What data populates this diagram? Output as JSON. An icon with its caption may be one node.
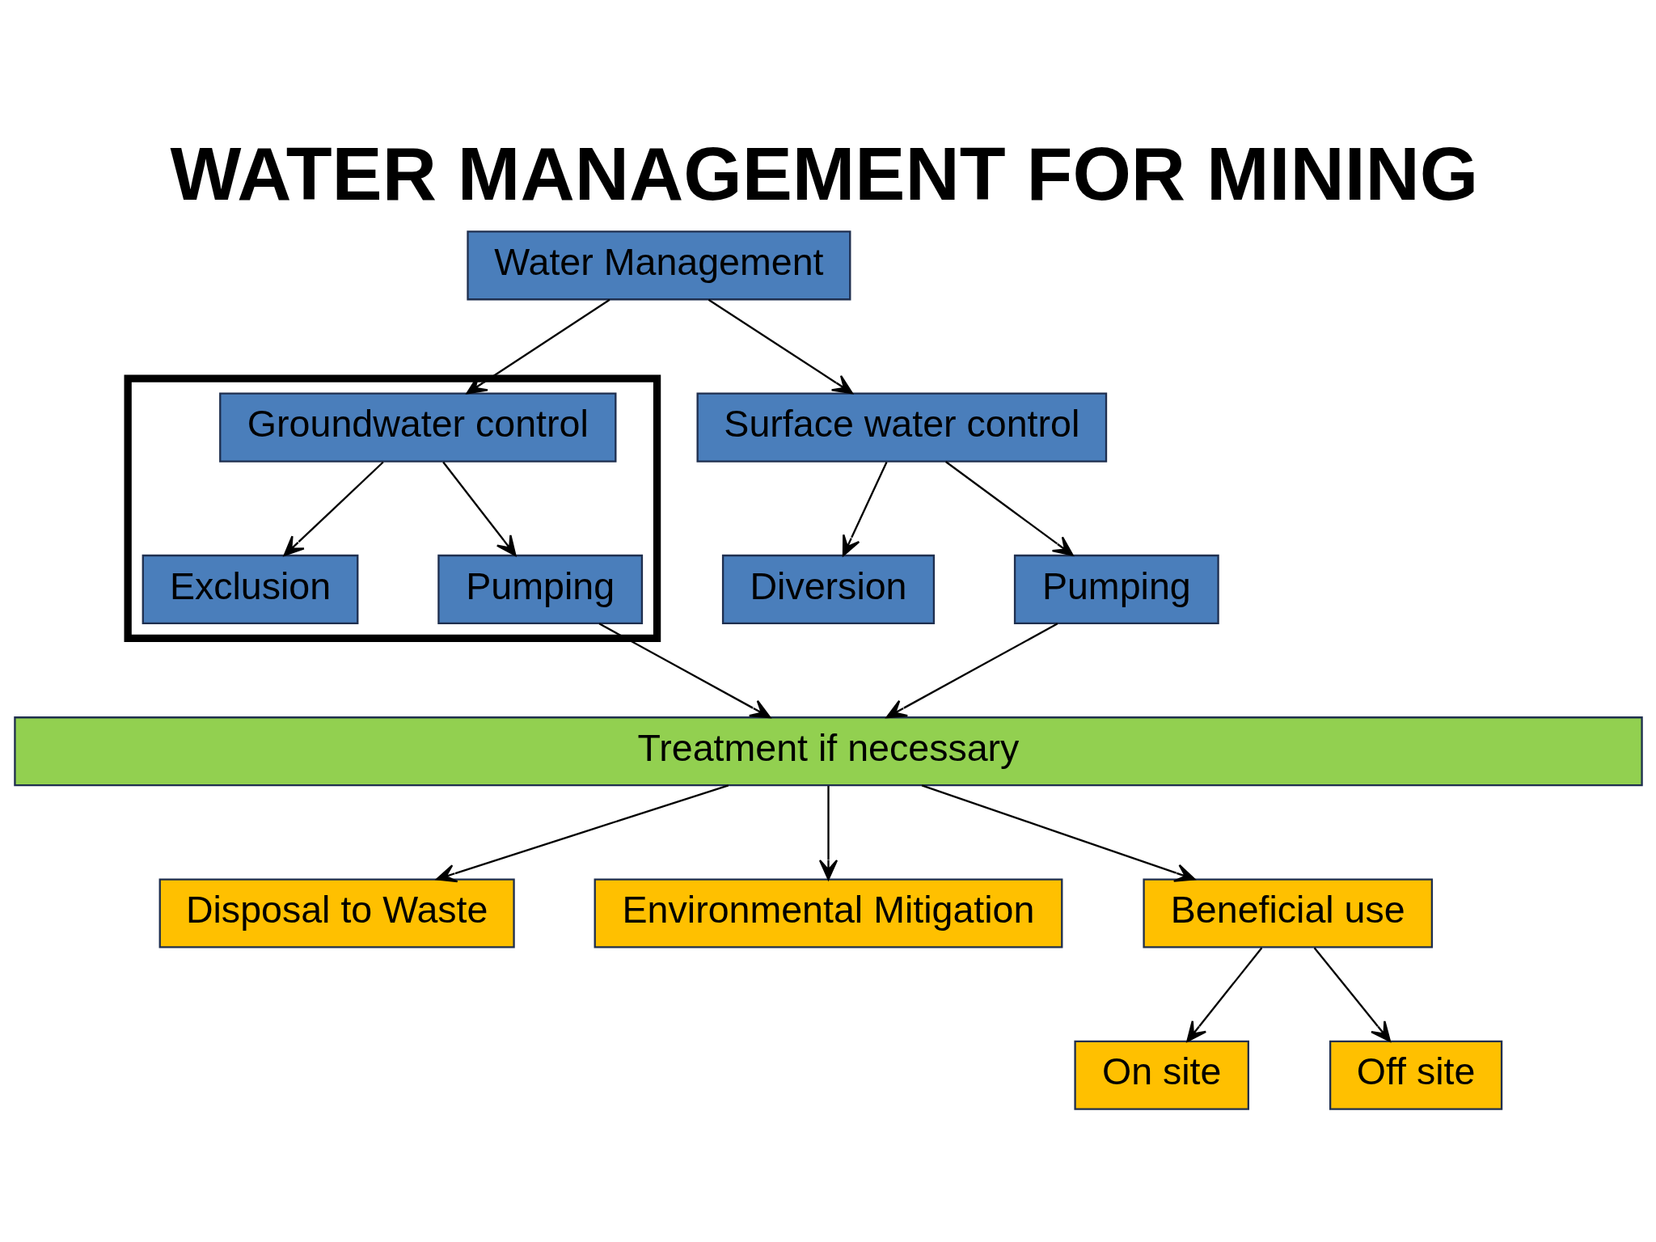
{
  "diagram": {
    "title": "WATER MANAGEMENT FOR MINING",
    "nodes": [
      {
        "text": [
          "Water Management"
        ]
      },
      {
        "text": [
          "Surface water control"
        ]
      },
      {
        "text": [],
        "shape": "box"
      },
      {
        "text": [
          "Groundwater control"
        ],
        "in": 2
      },
      {
        "text": [
          "Diversion"
        ]
      },
      {
        "text": [
          "Pumping"
        ]
      },
      {
        "text": [
          "Exclusion"
        ],
        "in": 2
      },
      {
        "text": [
          "Pumping"
        ],
        "in": 2
      },
      {
        "text": [
          "Treatment if necessary"
        ]
      },
      {
        "text": [
          "Disposal to Waste"
        ]
      },
      {
        "text": [
          "Environmental Mitigation"
        ]
      },
      {
        "text": [
          "Beneficial use"
        ]
      },
      {
        "text": [
          "On site"
        ]
      },
      {
        "text": [
          "Off site"
        ]
      }
    ],
    "edges": [
      {
        "from": 0,
        "to": 1,
        "arrow": "to"
      },
      {
        "from": 0,
        "to": 3,
        "arrow": "to"
      },
      {
        "from": 1,
        "to": 4,
        "arrow": "to"
      },
      {
        "from": 1,
        "to": 5,
        "arrow": "to"
      },
      {
        "from": 3,
        "to": 6,
        "arrow": "to"
      },
      {
        "from": 3,
        "to": 7,
        "arrow": "to"
      },
      {
        "from": 5,
        "to": 8,
        "arrow": "to"
      },
      {
        "from": 7,
        "to": 8,
        "arrow": "to"
      },
      {
        "from": 8,
        "to": 9,
        "arrow": "to"
      },
      {
        "from": 8,
        "to": 10,
        "arrow": "to"
      },
      {
        "from": 8,
        "to": 11,
        "arrow": "to"
      },
      {
        "from": 11,
        "to": 12,
        "arrow": "to"
      },
      {
        "from": 11,
        "to": 13,
        "arrow": "to"
      }
    ]
  }
}
